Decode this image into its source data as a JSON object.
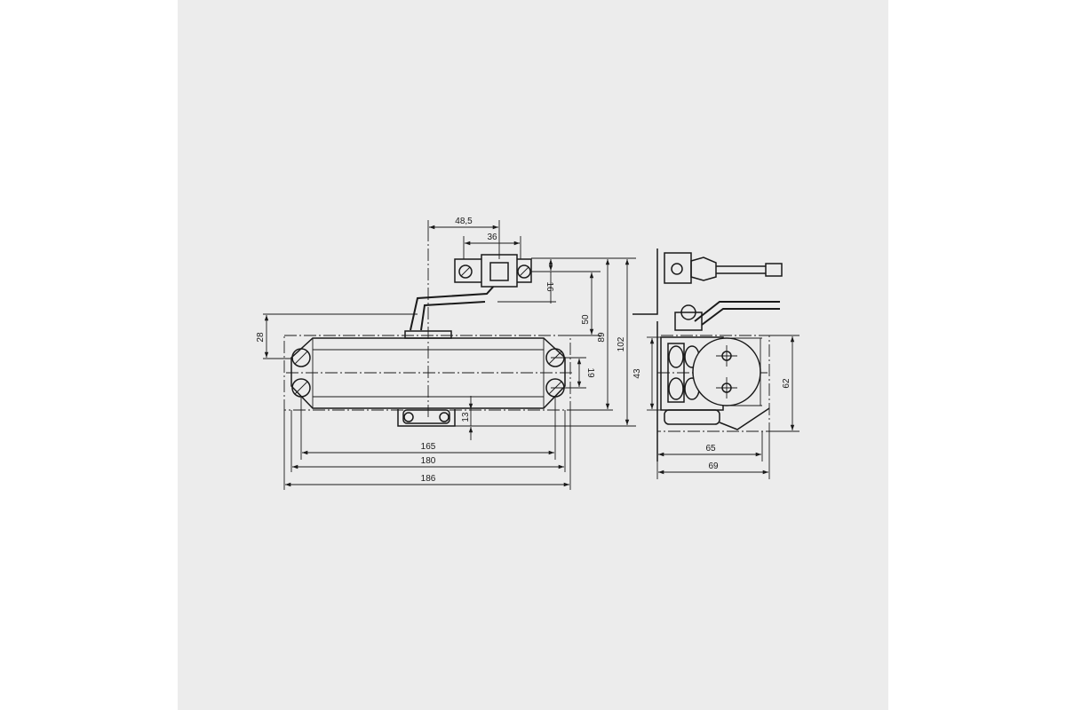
{
  "colors": {
    "background": "#ffffff",
    "panel": "#ececec",
    "line": "#1a1a1a"
  },
  "drawing": {
    "dimensions": {
      "d48_5": "48,5",
      "d36": "36",
      "d16": "16",
      "d50": "50",
      "d89": "89",
      "d102": "102",
      "d28": "28",
      "d19": "19",
      "d13": "13",
      "d165": "165",
      "d180": "180",
      "d186": "186",
      "d43": "43",
      "d62": "62",
      "d65": "65",
      "d69": "69"
    }
  }
}
